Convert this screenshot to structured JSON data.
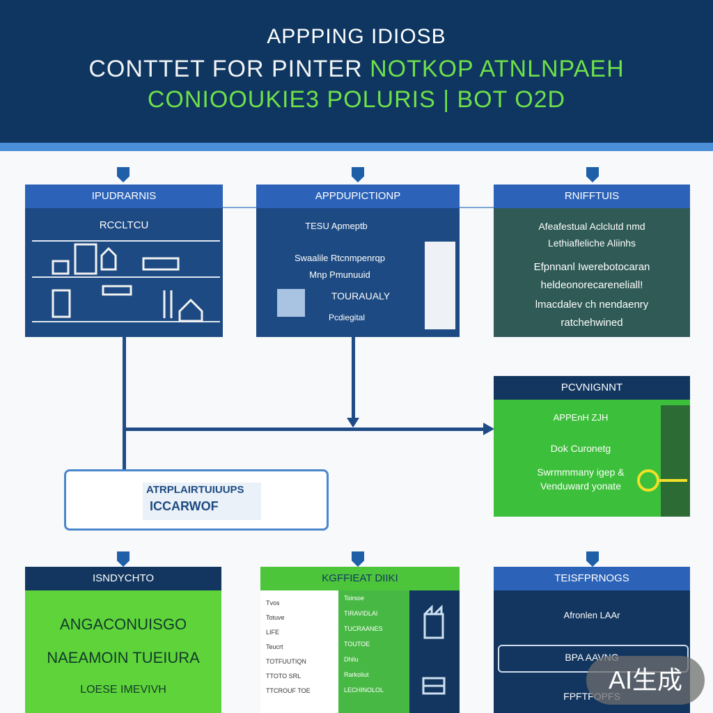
{
  "header": {
    "line1": "APPPING IDIOSB",
    "line2_a": "CONTTET FOR PINTER",
    "line2_b": "NOTKOP ATNLNPAEH",
    "line3": "CONIOOUKIE3  POLURIS | BOT O2D"
  },
  "boxes": {
    "b1": {
      "title": "IPUDRARNIS",
      "sub": "RCCLTCU"
    },
    "b2": {
      "title": "APPDUPICTIONP",
      "sub": "TESU Apmeptb",
      "line1": "Swaalile Rtcnmpenrqp",
      "line2": "Mnp Pmunuuid",
      "line3": "TOURAUALY",
      "line4": "Pcdiegital"
    },
    "b3": {
      "title": "RNIFFTUIS",
      "l1": "Afeafestual Aclclutd nmd",
      "l2": "Lethiafleliche Aliinhs",
      "l3": "Efpnnanl Iwerebotocaran",
      "l4": "heldeonorecareneliall!",
      "l5": "lmacdalev ch nendaenry",
      "l6": "ratchehwined"
    },
    "b4": {
      "title": "PCVNIGNNT",
      "l1": "APPEnH ZJH",
      "l2": "Dok Curonetg",
      "l3": "Swrmmmany igep &",
      "l4": "Venduward yonate"
    },
    "b5": {
      "title": "ISNDYCHTO",
      "l1": "ANGACONUISGO",
      "l2": "NAEAMOIN TUEIURA",
      "l3": "LOESE IMEVIVH"
    },
    "b6": {
      "title": "KGFFIEAT DIIKI",
      "col1": [
        "Tvos",
        "Totuve",
        "LIFE",
        "Teucrt",
        "TOTFUUTIQN",
        "TTOTO SRL",
        "TTCROUF TOE"
      ],
      "col2": [
        "Toirsoe",
        "TIRAVIDLAI",
        "TUCRAANES",
        "TOUTOE",
        "Dhilu",
        "Rarkoliut",
        "LECHINOLOL"
      ]
    },
    "b7": {
      "title": "TEISFPRNOGS",
      "l1": "Afronlen LAAr",
      "l2": "BPA AAVNG",
      "l3": "FPFTFOPFS"
    }
  },
  "callout": {
    "l1": "ATRPLAIRTUIUUPS",
    "l2": "ICCARWOF"
  },
  "badge": "AI生成",
  "colors": {
    "navy": "#0e3660",
    "accent_green": "#6fe04a",
    "box_blue": "#2c63b8"
  }
}
